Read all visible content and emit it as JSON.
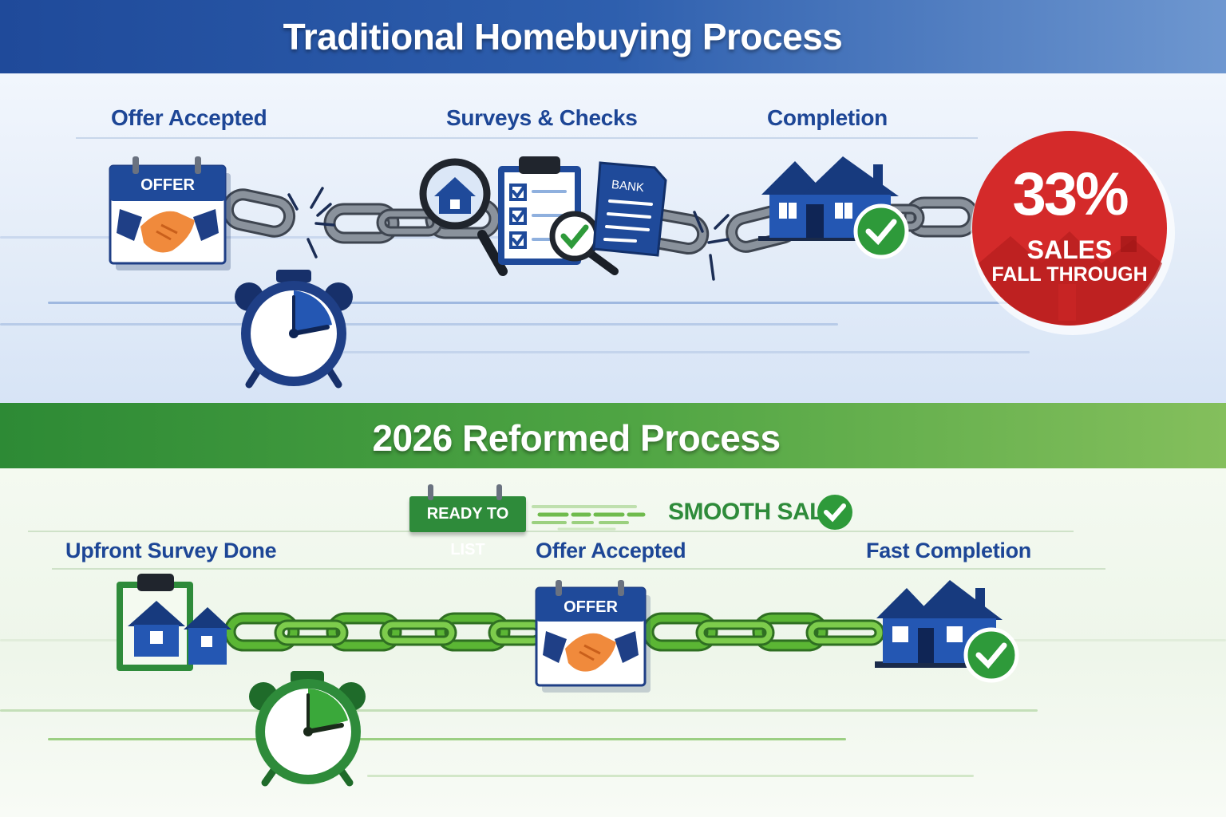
{
  "traditional": {
    "title": "Traditional Homebuying Process",
    "steps": [
      "Offer Accepted",
      "Surveys & Checks",
      "Completion"
    ],
    "offer_card": "OFFER",
    "bank_doc": "BANK",
    "stat": {
      "value": "33%",
      "line1": "SALES",
      "line2": "FALL THROUGH"
    }
  },
  "reformed": {
    "title": "2026 Reformed Process",
    "ready_chip": "READY TO LIST",
    "smooth_text": "SMOOTH SALE",
    "steps": [
      "Upfront Survey Done",
      "Offer Accepted",
      "Fast Completion"
    ],
    "offer_card": "OFFER"
  },
  "colors": {
    "blue_banner": "#2e5fae",
    "green_banner": "#4ea443",
    "label_blue": "#1d4696",
    "stat_red": "#d42a2a",
    "chain_gray": "#5c6470",
    "chain_green": "#4ea62e",
    "check_green": "#2e9a3a",
    "handshake_orange": "#f08a3c"
  }
}
